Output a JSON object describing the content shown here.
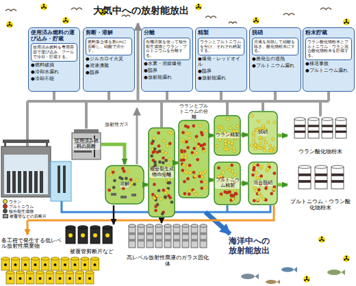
{
  "diagram": {
    "title": "大気中への放射能放出",
    "nodes": [
      {
        "text": [
          "使用済み燃料の運び込み・貯蔵",
          "使用済み燃料を専用容器で運び込み、プールで冷却・貯蔵する。",
          "●燃料破損",
          "●冷却水漏れ",
          "●冷却不能"
        ]
      },
      {
        "text": [
          "剪断・溶解",
          "燃料集合体を数cmに剪断し、硝酸で溶かす。",
          "●ジルカロイ火災",
          "●溶液沸騰",
          "●臨界"
        ]
      },
      {
        "text": [
          "分離",
          "有機溶媒を使って核分裂生成物とウラン・プルトニウムを分離する。",
          "●水素・溶媒爆発",
          "●臨界",
          "●放射能漏れ"
        ]
      },
      {
        "text": [
          "精製",
          "ウランとプルトニウムを分け、それぞれ精製する。",
          "●爆発・レッドオイル",
          "●臨界",
          "●放射能漏れ"
        ]
      },
      {
        "text": [
          "脱硝",
          "溶液を加熱して硝酸を除き、酸化物粉末にする。",
          "●蒸発缶の過熱",
          "●プルトニウム漏れ"
        ]
      },
      {
        "text": [
          "粉末貯蔵",
          "ウラン酸化物粉末とプルトニウム・ウラン混合酸化物粉末を貯蔵する。",
          "●移送事故",
          "●プルトニウム漏れ"
        ]
      },
      {
        "text": [
          "使用済み燃料の剪断"
        ]
      },
      {
        "text": [
          "溶解"
        ]
      },
      {
        "text": [
          "核分裂生成物の分離"
        ]
      },
      {
        "text": [
          "ウランとプルトニウムの分離"
        ]
      },
      {
        "text": [
          "ウラン精製"
        ]
      },
      {
        "text": [
          "プルトニウム精製"
        ]
      },
      {
        "text": [
          "脱硝"
        ]
      },
      {
        "text": [
          "混合脱硝"
        ]
      },
      {
        "text": [
          "ウラン酸化物粉末"
        ]
      },
      {
        "text": [
          "プルトニウム・ウラン酸化物粉末"
        ]
      },
      {
        "text": [
          "被覆管剪断片など"
        ]
      },
      {
        "text": [
          "高レベル放射性廃液のガラス固化体"
        ]
      },
      {
        "text": [
          "各工程で発生する低レベル放射性廃棄物"
        ]
      }
    ],
    "edges": [
      {
        "from": 6,
        "to": 7,
        "arrow": "to"
      },
      {
        "from": 7,
        "to": 8,
        "arrow": "to"
      },
      {
        "from": 8,
        "to": 9,
        "arrow": "to"
      },
      {
        "from": 9,
        "to": 10,
        "arrow": "to"
      },
      {
        "from": 9,
        "to": 11,
        "arrow": "to"
      },
      {
        "from": 10,
        "to": 12,
        "arrow": "to"
      },
      {
        "from": 11,
        "to": 13,
        "arrow": "to"
      },
      {
        "from": 12,
        "to": 14,
        "arrow": "to"
      },
      {
        "from": 13,
        "to": 15,
        "arrow": "to"
      },
      {
        "from": 7,
        "to": 16,
        "arrow": "to"
      },
      {
        "from": 8,
        "to": 17,
        "arrow": "to"
      }
    ],
    "labels": [
      "放射性ガス",
      "海洋中への放射能放出"
    ],
    "legend": [
      {
        "text": "ウラン",
        "color": "#f2e03a"
      },
      {
        "text": "プルトニウム",
        "color": "#d7261e"
      },
      {
        "text": "核分裂生成物",
        "color": "#4d4d4d"
      },
      {
        "text": "被覆管などの剪断片"
      }
    ]
  }
}
